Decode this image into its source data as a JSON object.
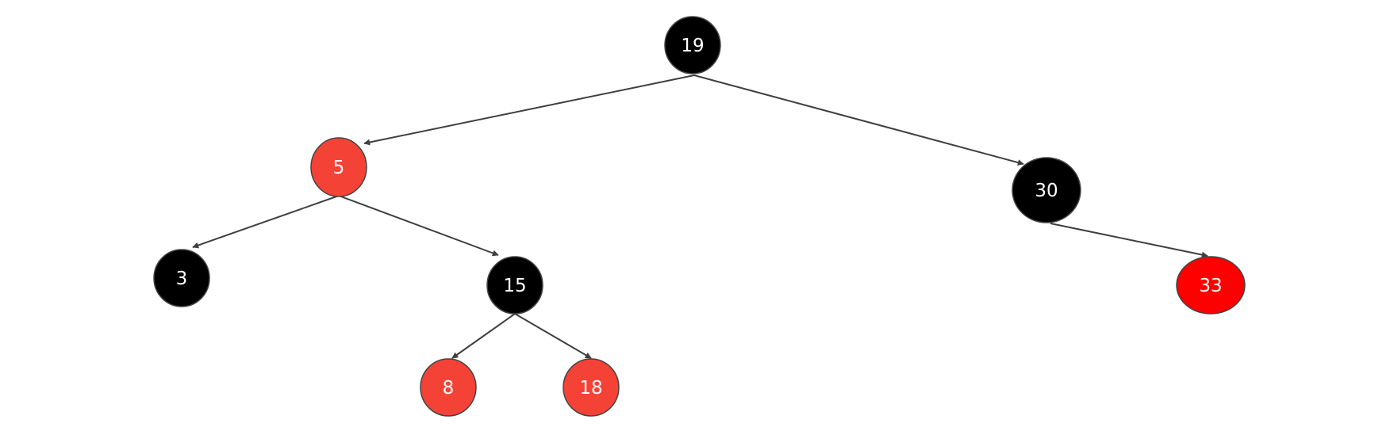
{
  "colors": {
    "black": "#000000",
    "red": "#f44336",
    "bright_red": "#ff0000",
    "edge": "#3f3f3f"
  },
  "tree": {
    "nodes": [
      {
        "id": "n19",
        "label": "19",
        "color": "black"
      },
      {
        "id": "n5",
        "label": "5",
        "color": "red"
      },
      {
        "id": "n30",
        "label": "30",
        "color": "black"
      },
      {
        "id": "n3",
        "label": "3",
        "color": "black"
      },
      {
        "id": "n15",
        "label": "15",
        "color": "black"
      },
      {
        "id": "n33",
        "label": "33",
        "color": "bright_red"
      },
      {
        "id": "n8",
        "label": "8",
        "color": "red"
      },
      {
        "id": "n18",
        "label": "18",
        "color": "red"
      }
    ],
    "edges": [
      {
        "from": "n19",
        "to": "n5"
      },
      {
        "from": "n19",
        "to": "n30"
      },
      {
        "from": "n5",
        "to": "n3"
      },
      {
        "from": "n5",
        "to": "n15"
      },
      {
        "from": "n30",
        "to": "n33"
      },
      {
        "from": "n15",
        "to": "n8"
      },
      {
        "from": "n15",
        "to": "n18"
      }
    ]
  }
}
